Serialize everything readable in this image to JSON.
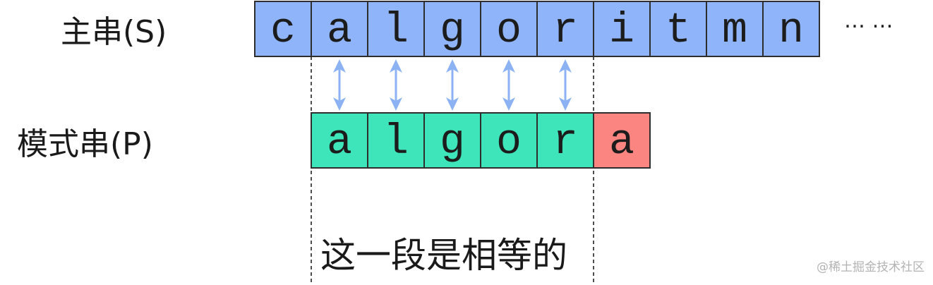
{
  "main_string": {
    "label": "主串(S)",
    "chars": [
      "c",
      "a",
      "l",
      "g",
      "o",
      "r",
      "i",
      "t",
      "m",
      "n"
    ],
    "continuation": "… …"
  },
  "pattern_string": {
    "label": "模式串(P)",
    "chars": [
      {
        "char": "a",
        "matched": true
      },
      {
        "char": "l",
        "matched": true
      },
      {
        "char": "g",
        "matched": true
      },
      {
        "char": "o",
        "matched": true
      },
      {
        "char": "r",
        "matched": true
      },
      {
        "char": "a",
        "matched": false
      }
    ]
  },
  "caption": "这一段是相等的",
  "watermark": "@稀土掘金技术社区",
  "colors": {
    "main_fill": "#8fb4fa",
    "match_fill": "#3ee5bb",
    "mismatch_fill": "#fb8580",
    "arrow": "#8cb2f4",
    "border": "#2e2e2e",
    "boundary_line": "#222222"
  }
}
